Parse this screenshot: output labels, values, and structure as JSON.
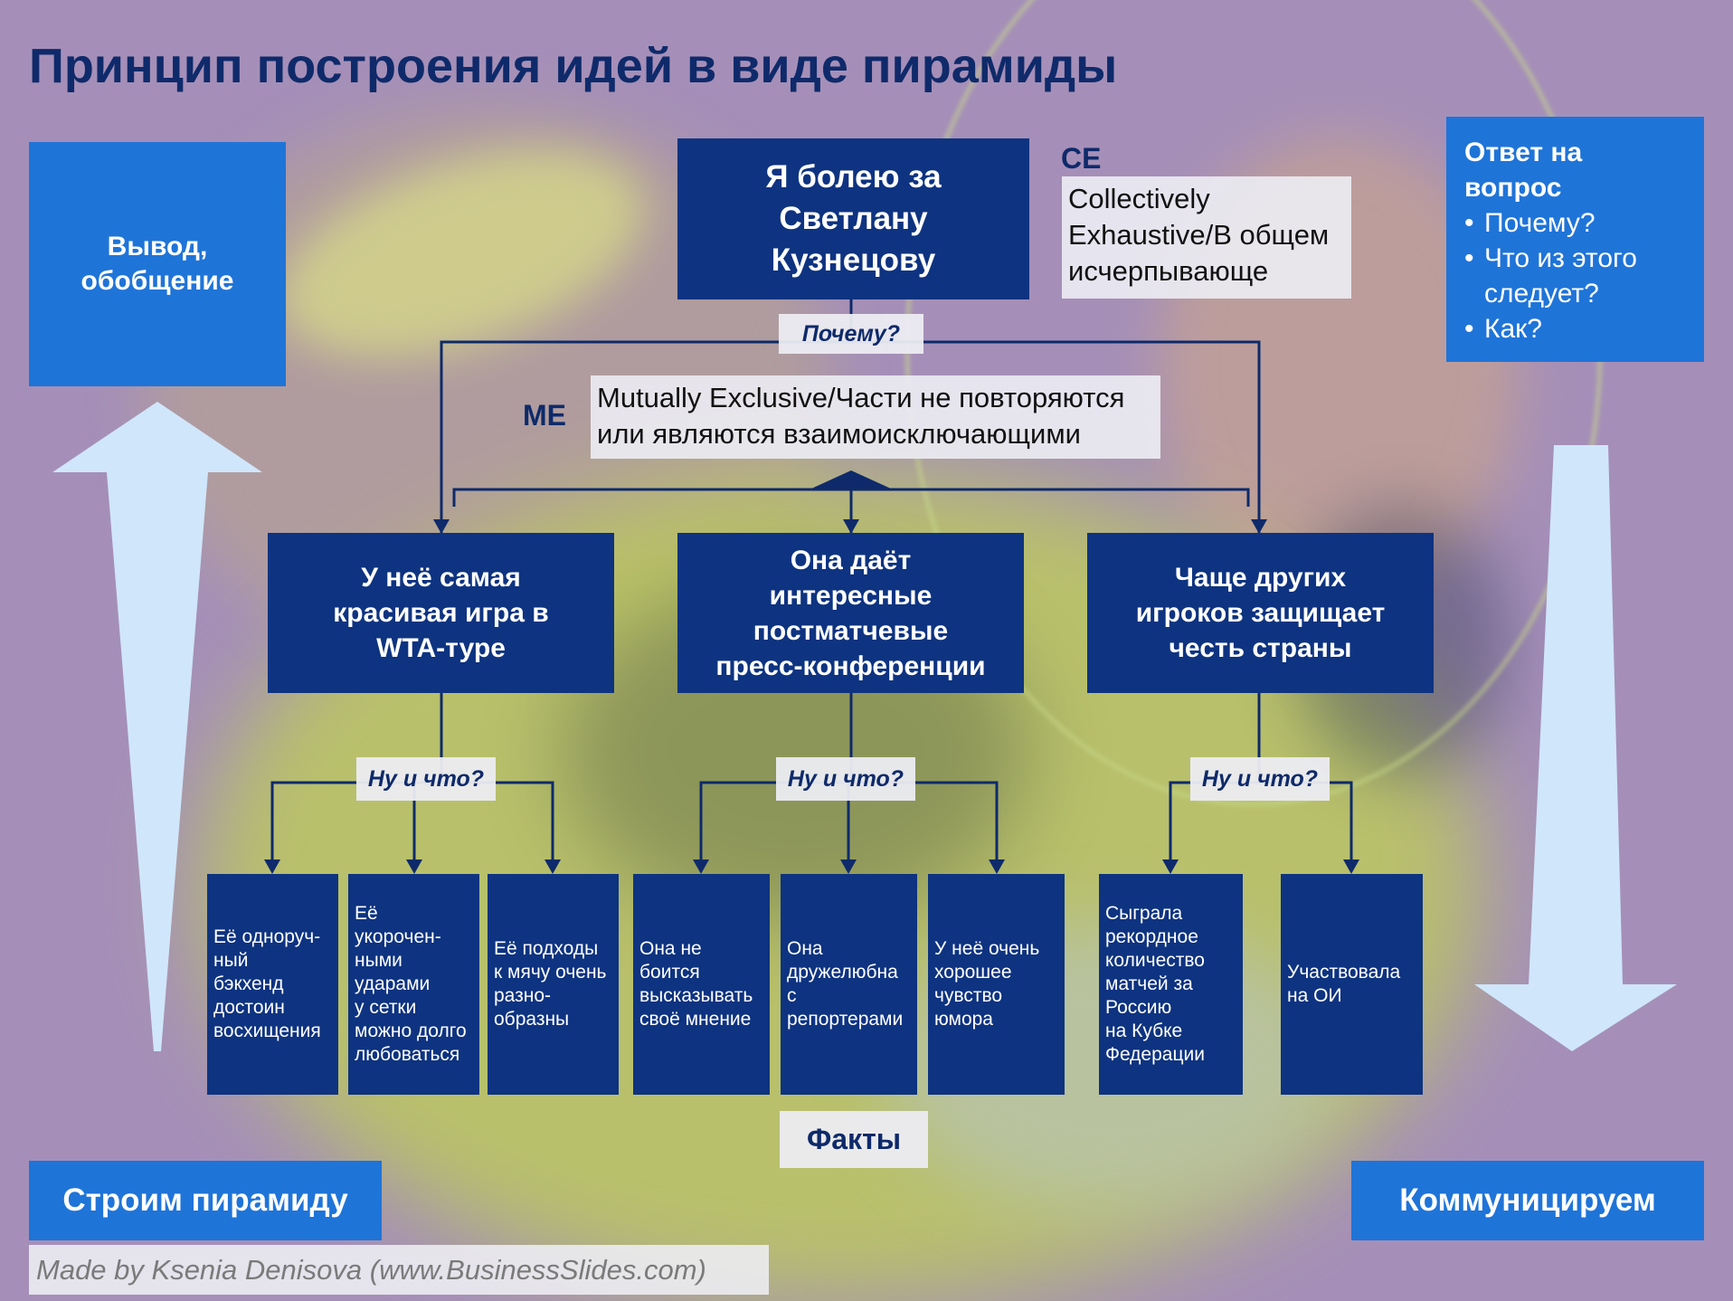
{
  "title": "Принцип построения идей в виде пирамиды",
  "left_box": "Вывод,\nобобщение",
  "top_box": "Я болею за\nСветлану\nКузнецову",
  "ce": {
    "label": "CE",
    "text": "Collectively\nExhaustive/В общем\nисчерпывающе"
  },
  "me": {
    "label": "ME",
    "text": "Mutually Exclusive/Части не повторяются\nили являются взаимоисключающими"
  },
  "why_label": "Почему?",
  "so_what_label": "Ну и что?",
  "answer": {
    "title": "Ответ на\nвопрос",
    "items": [
      "Почему?",
      "Что из этого\nследует?",
      "Как?"
    ]
  },
  "reasons": [
    "У неё самая\nкрасивая игра в\nWTA-туре",
    "Она даёт\nинтересные\nпостматчевые\nпресс-конференции",
    "Чаще других\nигроков защищает\nчесть страны"
  ],
  "facts": [
    "Её одноруч-\nный\nбэкхенд\nдостоин\nвосхищения",
    "Её\nукорочен-\nными\nударами\nу сетки\nможно долго\nлюбоваться",
    "Её подходы\nк мячу очень\nразно-\nобразны",
    "Она не\nбоится\nвысказывать\nсвоё мнение",
    "Она\nдружелюбна\nс\nрепортерами",
    "У неё очень\nхорошее\nчувство\nюмора",
    "Сыграла\nрекордное\nколичество\nматчей за\nРоссию\nна Кубке\nФедерации",
    "Участвовала\nна ОИ"
  ],
  "facts_label": "Факты",
  "build_label": "Строим пирамиду",
  "communicate_label": "Коммуницируем",
  "credit": "Made by Ksenia Denisova (www.BusinessSlides.com)",
  "colors": {
    "navy": "#0e3380",
    "bright_blue": "#1f74d8",
    "title": "#0f2a6a",
    "arrow": "#d0e6fb"
  }
}
